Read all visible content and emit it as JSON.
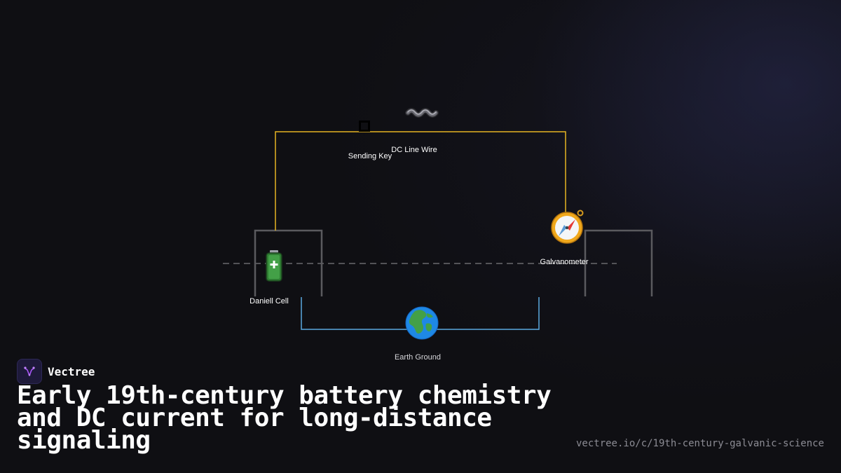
{
  "diagram": {
    "nodes": {
      "sending_key": {
        "label": "Sending Key",
        "icon": "square-key-icon"
      },
      "dc_line_wire": {
        "label": "DC Line Wire",
        "icon": "wavy-wire-icon",
        "glyph": "〰️"
      },
      "daniell_cell": {
        "label": "Daniell Cell",
        "icon": "battery-icon",
        "glyph": "🔋"
      },
      "galvanometer": {
        "label": "Galvanometer",
        "icon": "compass-icon",
        "glyph": "🧭"
      },
      "earth_ground": {
        "label": "Earth Ground",
        "icon": "globe-icon",
        "glyph": "🌍"
      }
    },
    "colors": {
      "line_circuit": "#e6b422",
      "ground_circuit": "#5aa9e0",
      "bracket": "#5a5a5e",
      "dashed_axis": "#6a6a6e"
    }
  },
  "brand": {
    "name": "Vectree",
    "logo_icon": "vectree-logo-icon",
    "accent": "#a855f7"
  },
  "title": "Early 19th-century battery chemistry and DC current for long-distance signaling",
  "url": "vectree.io/c/19th-century-galvanic-science"
}
